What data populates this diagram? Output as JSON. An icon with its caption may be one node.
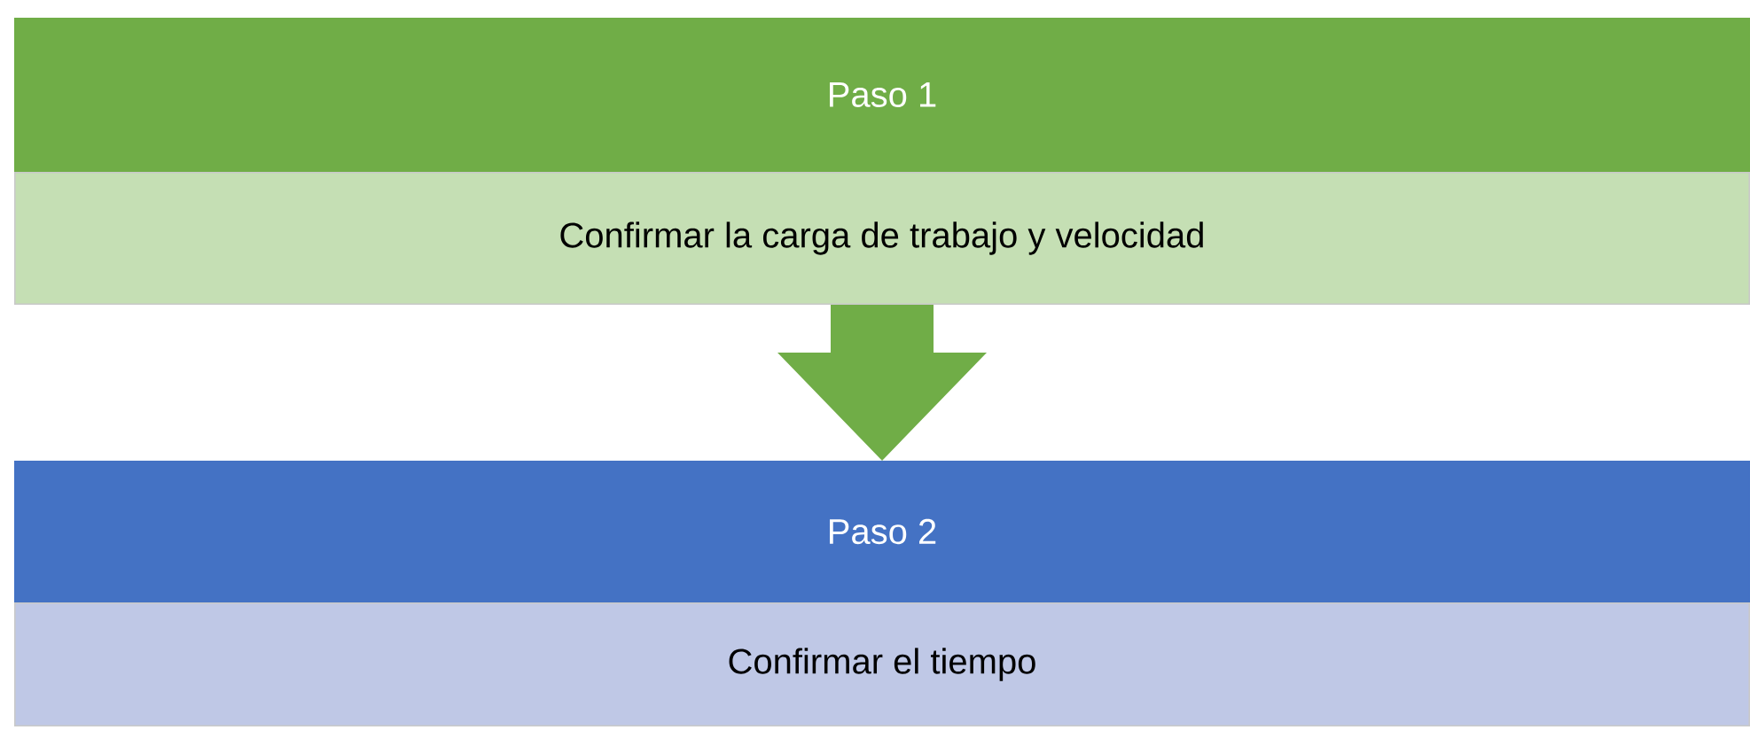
{
  "diagram": {
    "nodes": [
      {
        "text": [
          "Paso 1"
        ]
      },
      {
        "text": [
          "Confirmar la carga de trabajo y velocidad"
        ]
      },
      {
        "text": [
          "Paso 2"
        ]
      },
      {
        "text": [
          "Confirmar el tiempo"
        ]
      }
    ],
    "edges": [
      {
        "from": 1,
        "to": 2,
        "arrow": "to",
        "style": "thick",
        "color": "#70ad47"
      }
    ]
  }
}
